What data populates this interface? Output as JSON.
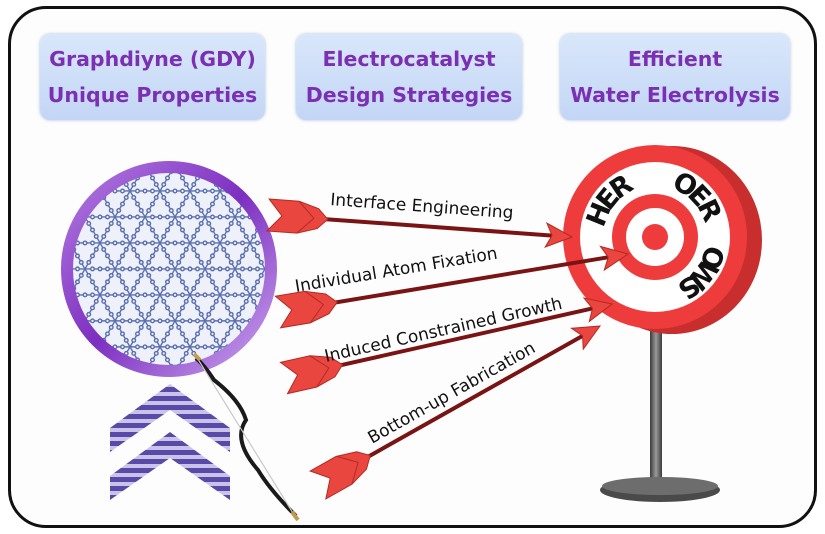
{
  "headers": [
    {
      "line1": "Graphdiyne (GDY)",
      "line2": "Unique Properties"
    },
    {
      "line1": "Electrocatalyst",
      "line2": "Design Strategies"
    },
    {
      "line1": "Efficient",
      "line2": "Water Electrolysis"
    }
  ],
  "arrows": [
    {
      "label": "Interface Engineering"
    },
    {
      "label": "Individual Atom Fixation"
    },
    {
      "label": "Induced Constrained Growth"
    },
    {
      "label": "Bottom-up Fabrication"
    }
  ],
  "target": {
    "labels": [
      "H",
      "E",
      "R",
      "O",
      "E",
      "R",
      "O",
      "W",
      "S"
    ]
  },
  "colors": {
    "header_text": "#7b2fb3",
    "header_bg": "#c9dbf6",
    "gdy_ring": "#8a3fc8",
    "gdy_lattice": "#5b6fb0",
    "arrow_fletch": "#e8463e",
    "arrow_shaft": "#7a1414",
    "target_red": "#ee3b3b",
    "chevron": "#5a4aa8"
  }
}
